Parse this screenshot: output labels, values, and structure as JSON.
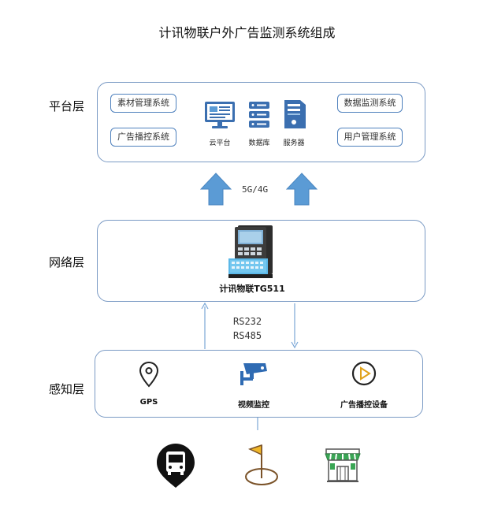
{
  "title": "计讯物联户外广告监测系统组成",
  "layers": {
    "platform": "平台层",
    "network": "网络层",
    "sensing": "感知层"
  },
  "platform": {
    "left_systems": [
      "素材管理系统",
      "广告播控系统"
    ],
    "right_systems": [
      "数据监测系统",
      "用户管理系统"
    ],
    "icons": [
      "云平台",
      "数据库",
      "服务器"
    ]
  },
  "uplink_label": "5G/4G",
  "device_label": "计讯物联TG511",
  "serial": [
    "RS232",
    "RS485"
  ],
  "sensing": {
    "devices": [
      "GPS",
      "视频监控",
      "广告播控设备"
    ]
  },
  "colors": {
    "accent": "#4f81bd",
    "arrow": "#5b9bd5",
    "panel_border": "#7a9ac4"
  }
}
